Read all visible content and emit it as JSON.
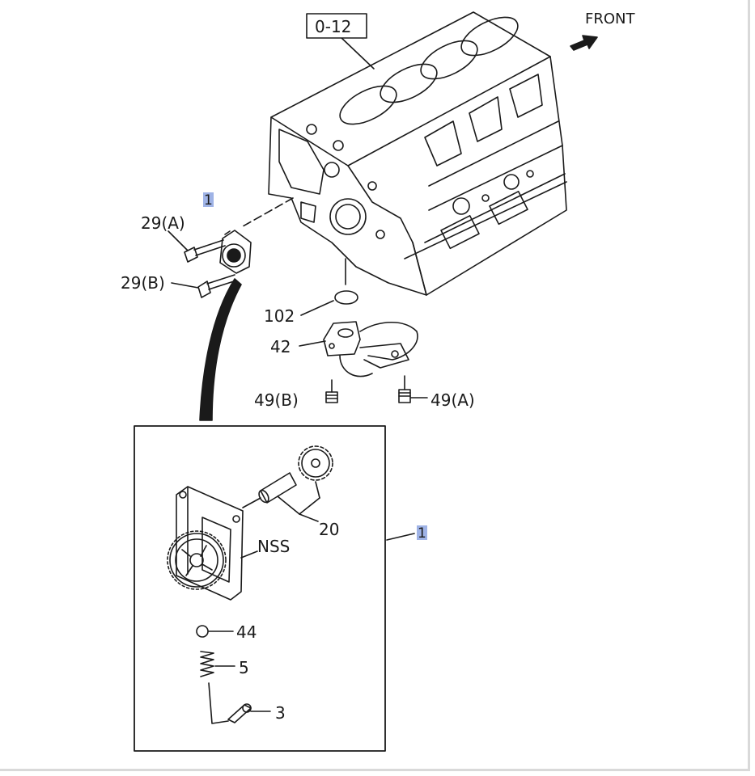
{
  "diagram": {
    "ref_box": "0-12",
    "front_label": "FRONT",
    "callouts": {
      "pump_ref_top": "1",
      "pump_ref_box": "1",
      "bolt_a": "29(A)",
      "bolt_b": "29(B)",
      "o_ring": "102",
      "strainer": "42",
      "bolt_49b": "49(B)",
      "bolt_49a": "49(A)",
      "gear_set": "20",
      "nss": "NSS",
      "ball": "44",
      "spring": "5",
      "pin": "3"
    },
    "colors": {
      "line": "#1a1a1a",
      "highlight": "#9fb3e6"
    }
  }
}
